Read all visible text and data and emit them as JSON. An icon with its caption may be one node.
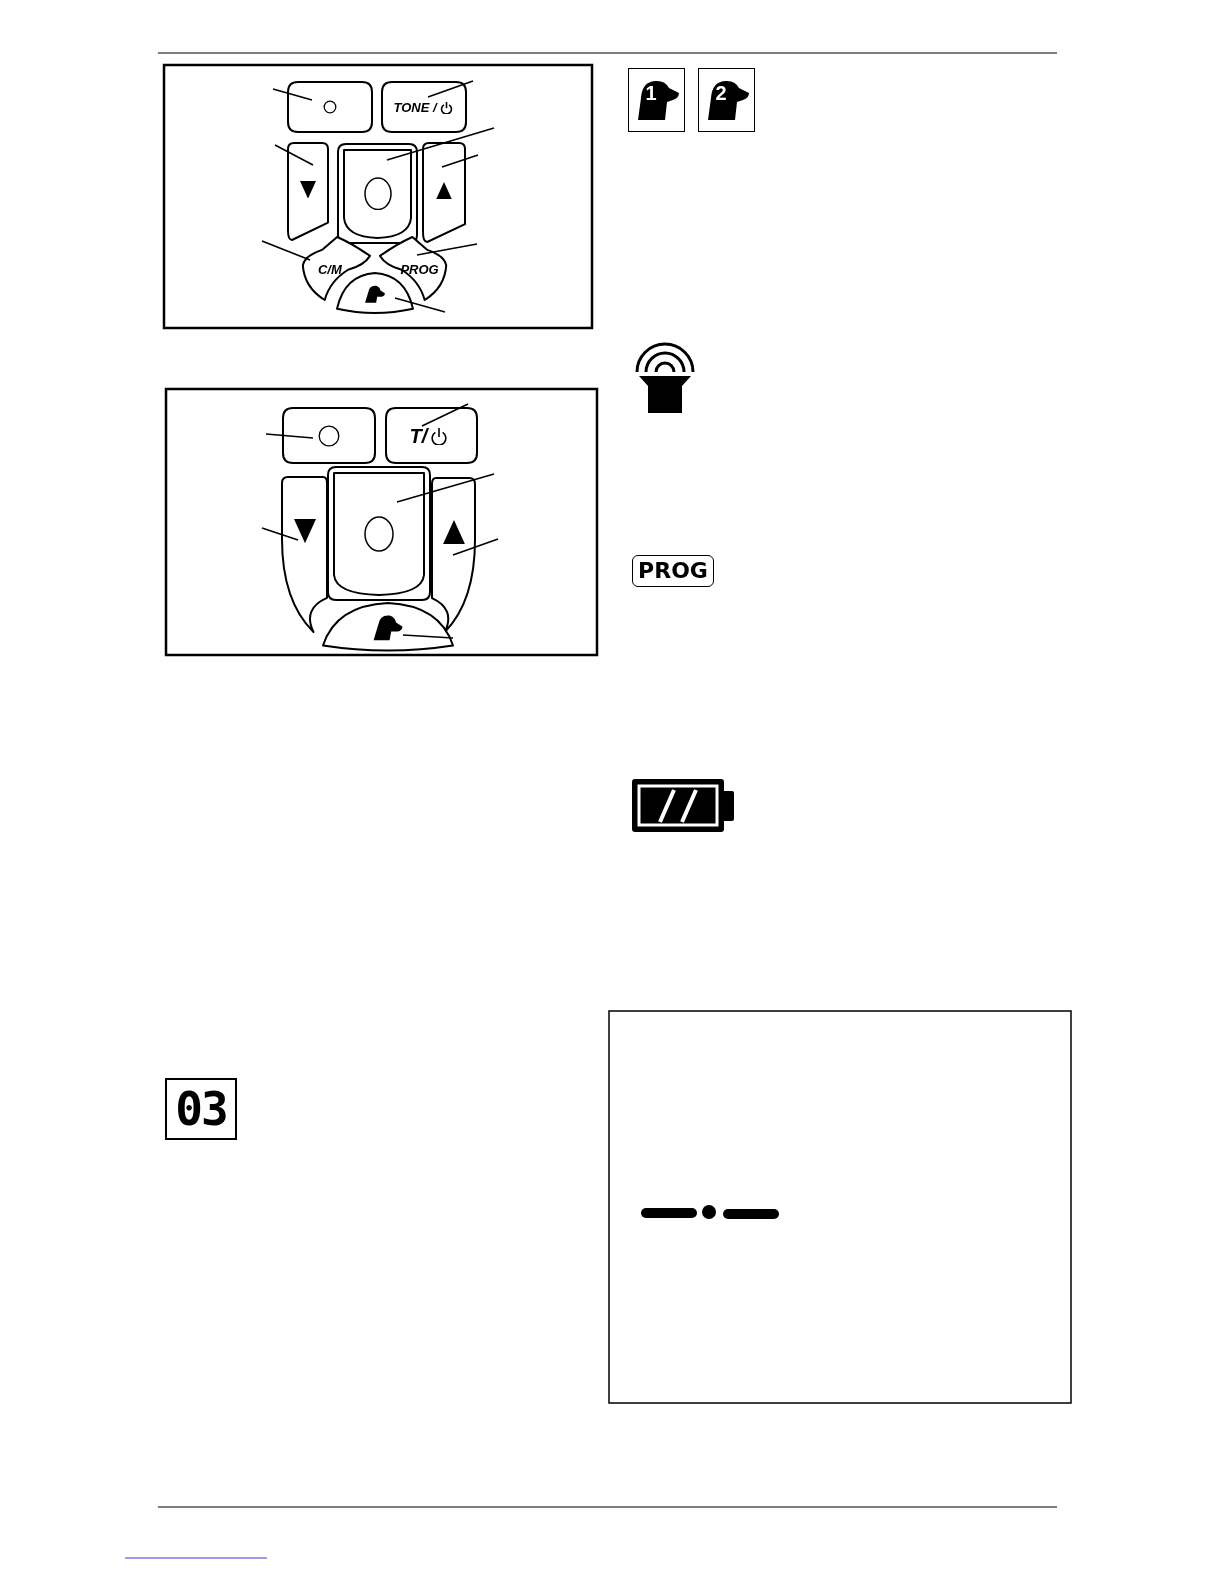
{
  "diagram": {
    "nodes": [
      {
        "text": [],
        "shape": "box"
      },
      {
        "text": [
          "TONE /"
        ]
      },
      {
        "text": [],
        "shape": "box"
      },
      {
        "text": [],
        "shape": "box"
      },
      {
        "text": [],
        "shape": "box"
      },
      {
        "text": [
          "C/M"
        ]
      },
      {
        "text": [
          "PROG"
        ]
      },
      {
        "text": [],
        "shape": "box"
      },
      {
        "text": [],
        "shape": "box"
      },
      {
        "text": [
          "T/"
        ]
      },
      {
        "text": [],
        "shape": "box"
      },
      {
        "text": [],
        "shape": "box"
      },
      {
        "text": [],
        "shape": "box"
      },
      {
        "text": [],
        "shape": "box"
      }
    ],
    "edges": [
      {
        "from": null,
        "to": 0,
        "arrow": "none"
      },
      {
        "from": null,
        "to": 1,
        "arrow": "none"
      },
      {
        "from": null,
        "to": 2,
        "arrow": "none"
      },
      {
        "from": null,
        "to": 3,
        "arrow": "none"
      },
      {
        "from": null,
        "to": 4,
        "arrow": "none"
      },
      {
        "from": null,
        "to": 5,
        "arrow": "none"
      },
      {
        "from": null,
        "to": 6,
        "arrow": "none"
      },
      {
        "from": null,
        "to": 7,
        "arrow": "none"
      },
      {
        "from": null,
        "to": 8,
        "arrow": "none"
      },
      {
        "from": null,
        "to": 9,
        "arrow": "none"
      },
      {
        "from": null,
        "to": 10,
        "arrow": "none"
      },
      {
        "from": null,
        "to": 11,
        "arrow": "none"
      },
      {
        "from": null,
        "to": 12,
        "arrow": "none"
      },
      {
        "from": null,
        "to": 13,
        "arrow": "none"
      }
    ],
    "labels": [
      "1",
      "2",
      "PROG",
      "03"
    ]
  }
}
